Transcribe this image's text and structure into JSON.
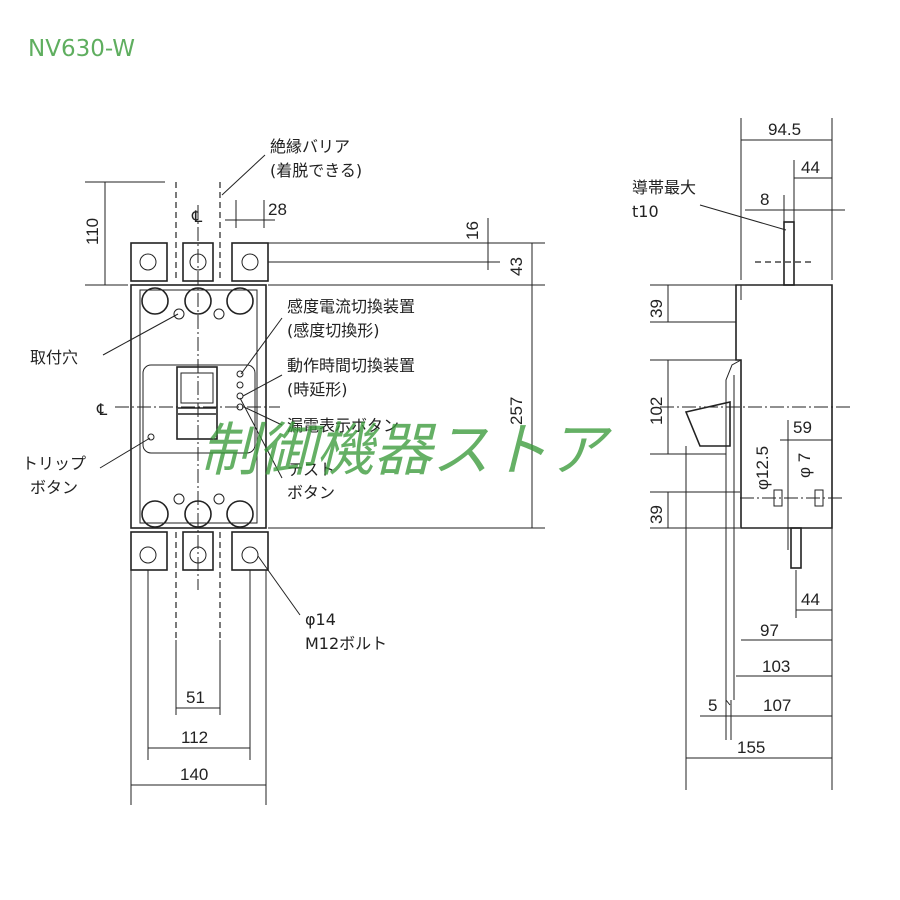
{
  "title": "NV630-W",
  "front_view": {
    "barrier_label_1": "絶縁バリア",
    "barrier_label_2": "(着脱できる)",
    "centerline_symbol": "℄",
    "mount_hole_label": "取付穴",
    "sensitivity_label_1": "感度電流切換装置",
    "sensitivity_label_2": "(感度切換形)",
    "time_label_1": "動作時間切換装置",
    "time_label_2": "(時延形)",
    "leak_indicator_label": "漏電表示ボタン",
    "trip_label_1": "トリップ",
    "trip_label_2": "ボタン",
    "test_label_1": "テスト",
    "test_label_2": "ボタン",
    "bolt_label_1": "φ14",
    "bolt_label_2": "M12ボルト",
    "dims": {
      "d110": "110",
      "d28": "28",
      "d16": "16",
      "d43": "43",
      "d257": "257",
      "d51": "51",
      "d112": "112",
      "d140": "140"
    }
  },
  "side_view": {
    "conductor_label_1": "導帯最大",
    "conductor_label_2": "t10",
    "dims": {
      "d94_5": "94.5",
      "d44_top": "44",
      "d8": "8",
      "d39_top": "39",
      "d102": "102",
      "d39_bot": "39",
      "d12_5": "φ12.5",
      "d7": "φ 7",
      "d59": "59",
      "d44_bot": "44",
      "d97": "97",
      "d103": "103",
      "d5": "5",
      "d107": "107",
      "d155": "155"
    }
  },
  "watermark": "制御機器ストア"
}
